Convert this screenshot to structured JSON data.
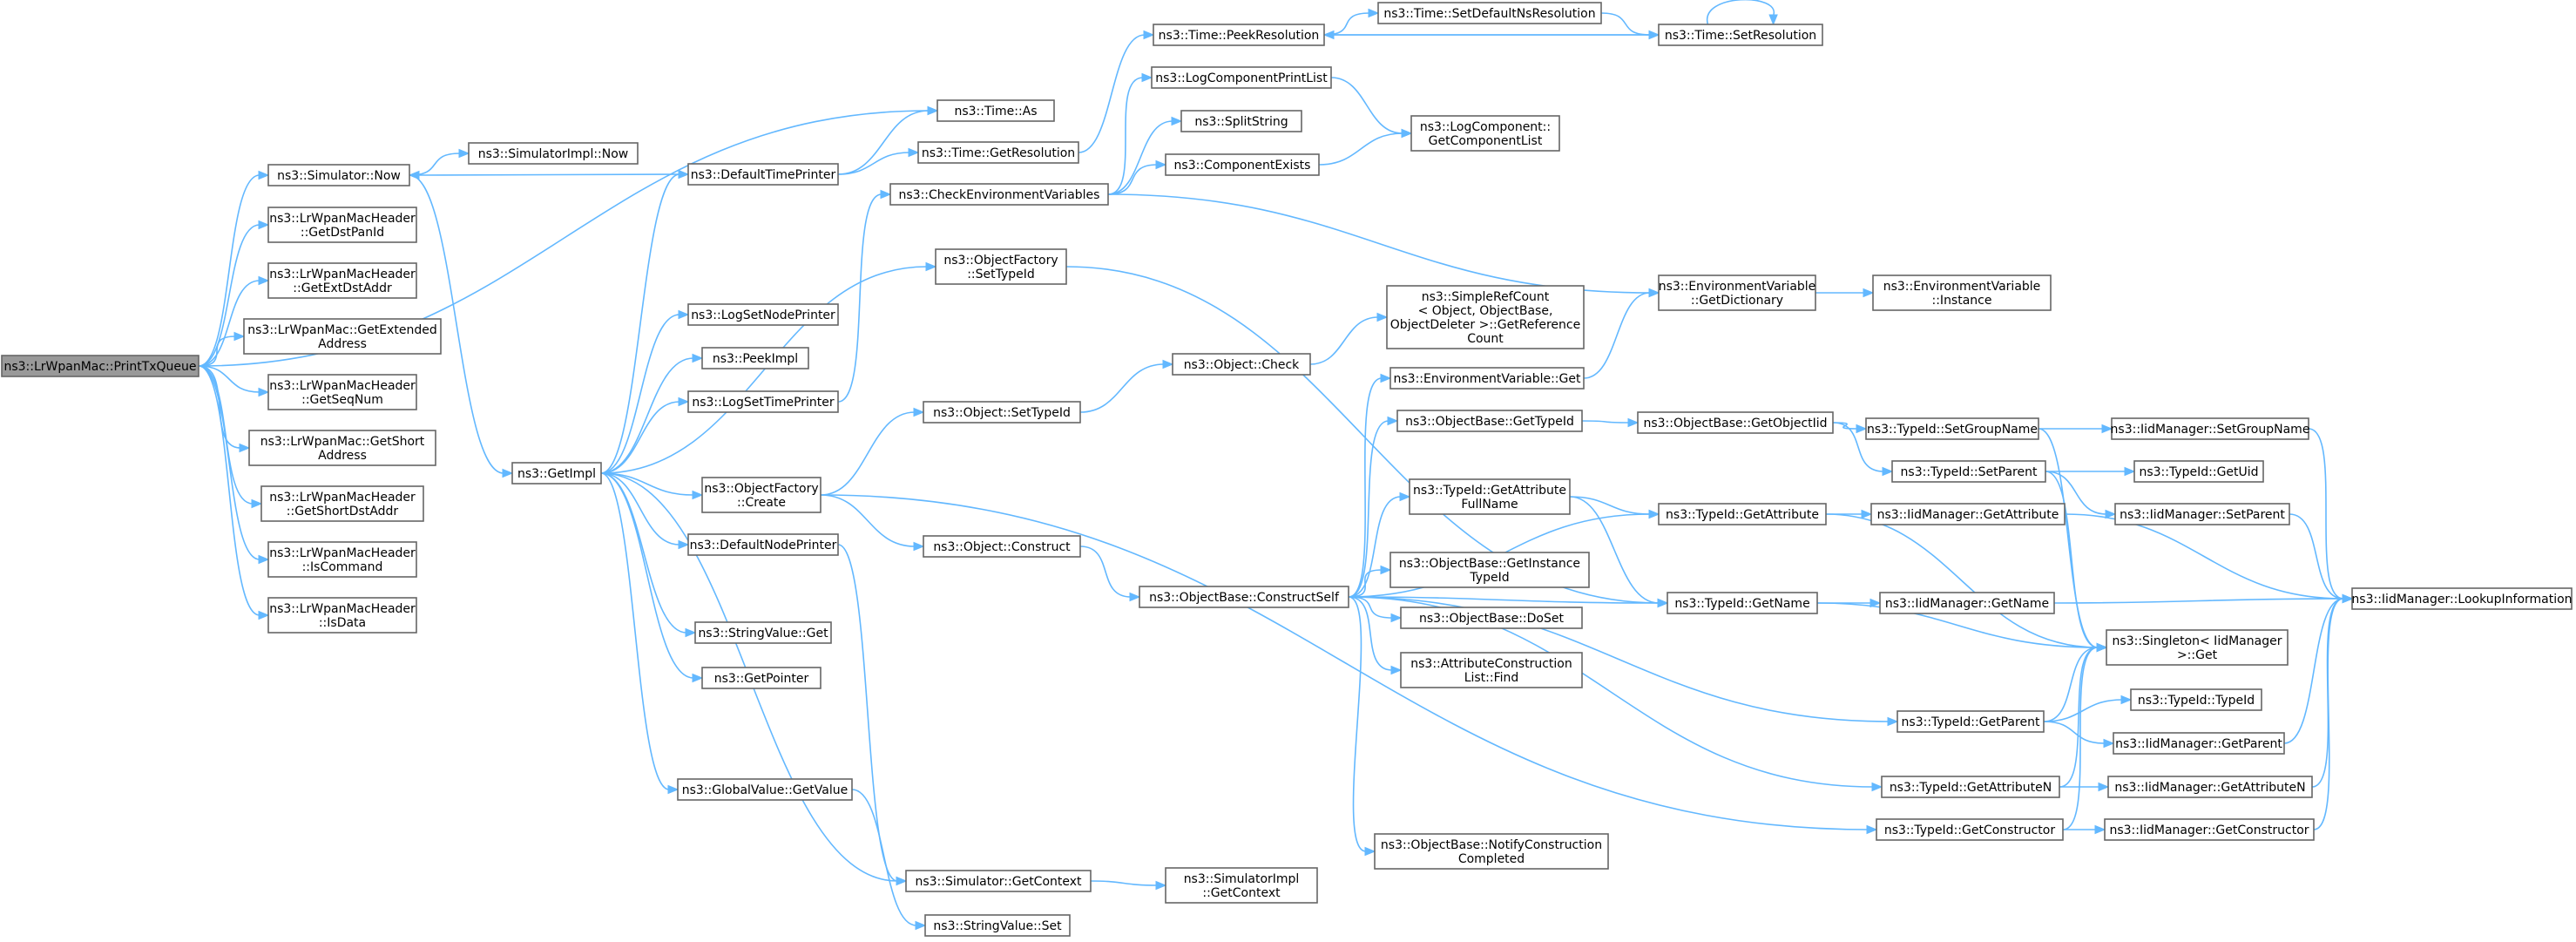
{
  "colors": {
    "edge": "#63b8ff",
    "node_border": "#666666",
    "root_fill": "#999999",
    "background": "#ffffff"
  },
  "nodes": [
    {
      "id": "root",
      "lines": [
        "ns3::LrWpanMac::PrintTxQueue"
      ]
    },
    {
      "id": "simnow",
      "lines": [
        "ns3::Simulator::Now"
      ]
    },
    {
      "id": "getdstpanid",
      "lines": [
        "ns3::LrWpanMacHeader",
        "::GetDstPanId"
      ]
    },
    {
      "id": "getextdst",
      "lines": [
        "ns3::LrWpanMacHeader",
        "::GetExtDstAddr"
      ]
    },
    {
      "id": "getextaddr",
      "lines": [
        "ns3::LrWpanMac::GetExtended",
        "Address"
      ]
    },
    {
      "id": "getseqnum",
      "lines": [
        "ns3::LrWpanMacHeader",
        "::GetSeqNum"
      ]
    },
    {
      "id": "getshortaddr",
      "lines": [
        "ns3::LrWpanMac::GetShort",
        "Address"
      ]
    },
    {
      "id": "getshortdst",
      "lines": [
        "ns3::LrWpanMacHeader",
        "::GetShortDstAddr"
      ]
    },
    {
      "id": "iscommand",
      "lines": [
        "ns3::LrWpanMacHeader",
        "::IsCommand"
      ]
    },
    {
      "id": "isdata",
      "lines": [
        "ns3::LrWpanMacHeader",
        "::IsData"
      ]
    },
    {
      "id": "simimplnow",
      "lines": [
        "ns3::SimulatorImpl::Now"
      ]
    },
    {
      "id": "getimpl",
      "lines": [
        "ns3::GetImpl"
      ]
    },
    {
      "id": "deftimeprinter",
      "lines": [
        "ns3::DefaultTimePrinter"
      ]
    },
    {
      "id": "logsetnode",
      "lines": [
        "ns3::LogSetNodePrinter"
      ]
    },
    {
      "id": "peekimpl",
      "lines": [
        "ns3::PeekImpl"
      ]
    },
    {
      "id": "logsettime",
      "lines": [
        "ns3::LogSetTimePrinter"
      ]
    },
    {
      "id": "objfactcreate",
      "lines": [
        "ns3::ObjectFactory",
        "::Create"
      ]
    },
    {
      "id": "defnodeprinter",
      "lines": [
        "ns3::DefaultNodePrinter"
      ]
    },
    {
      "id": "strvalget",
      "lines": [
        "ns3::StringValue::Get"
      ]
    },
    {
      "id": "getpointer",
      "lines": [
        "ns3::GetPointer"
      ]
    },
    {
      "id": "globalget",
      "lines": [
        "ns3::GlobalValue::GetValue"
      ]
    },
    {
      "id": "timeas",
      "lines": [
        "ns3::Time::As"
      ]
    },
    {
      "id": "timegetres",
      "lines": [
        "ns3::Time::GetResolution"
      ]
    },
    {
      "id": "checkenv",
      "lines": [
        "ns3::CheckEnvironmentVariables"
      ]
    },
    {
      "id": "objfactsettid",
      "lines": [
        "ns3::ObjectFactory",
        "::SetTypeId"
      ]
    },
    {
      "id": "objsettid",
      "lines": [
        "ns3::Object::SetTypeId"
      ]
    },
    {
      "id": "objconstruct",
      "lines": [
        "ns3::Object::Construct"
      ]
    },
    {
      "id": "simgetctx",
      "lines": [
        "ns3::Simulator::GetContext"
      ]
    },
    {
      "id": "strvalset",
      "lines": [
        "ns3::StringValue::Set"
      ]
    },
    {
      "id": "timepeekres",
      "lines": [
        "ns3::Time::PeekResolution"
      ]
    },
    {
      "id": "logcompprint",
      "lines": [
        "ns3::LogComponentPrintList"
      ]
    },
    {
      "id": "splitstring",
      "lines": [
        "ns3::SplitString"
      ]
    },
    {
      "id": "compexists",
      "lines": [
        "ns3::ComponentExists"
      ]
    },
    {
      "id": "objcheck",
      "lines": [
        "ns3::Object::Check"
      ]
    },
    {
      "id": "constructself",
      "lines": [
        "ns3::ObjectBase::ConstructSelf"
      ]
    },
    {
      "id": "simimplctx",
      "lines": [
        "ns3::SimulatorImpl",
        "::GetContext"
      ]
    },
    {
      "id": "settimedefns",
      "lines": [
        "ns3::Time::SetDefaultNsResolution"
      ]
    },
    {
      "id": "logcomplist",
      "lines": [
        "ns3::LogComponent::",
        "GetComponentList"
      ]
    },
    {
      "id": "simplerefcount",
      "lines": [
        "ns3::SimpleRefCount",
        "< Object, ObjectBase,",
        "ObjectDeleter >::GetReference",
        "Count"
      ]
    },
    {
      "id": "envget",
      "lines": [
        "ns3::EnvironmentVariable::Get"
      ]
    },
    {
      "id": "objbasegettid",
      "lines": [
        "ns3::ObjectBase::GetTypeId"
      ]
    },
    {
      "id": "tidgetattrfull",
      "lines": [
        "ns3::TypeId::GetAttribute",
        "FullName"
      ]
    },
    {
      "id": "objbaseinsttid",
      "lines": [
        "ns3::ObjectBase::GetInstance",
        "TypeId"
      ]
    },
    {
      "id": "doset",
      "lines": [
        "ns3::ObjectBase::DoSet"
      ]
    },
    {
      "id": "attrconstr",
      "lines": [
        "ns3::AttributeConstruction",
        "List::Find"
      ]
    },
    {
      "id": "notifyconstr",
      "lines": [
        "ns3::ObjectBase::NotifyConstruction",
        "Completed"
      ]
    },
    {
      "id": "timesetres",
      "lines": [
        "ns3::Time::SetResolution"
      ]
    },
    {
      "id": "envgetdict",
      "lines": [
        "ns3::EnvironmentVariable",
        "::GetDictionary"
      ]
    },
    {
      "id": "objbasegetoid",
      "lines": [
        "ns3::ObjectBase::GetObjectIid"
      ]
    },
    {
      "id": "tidgetattr",
      "lines": [
        "ns3::TypeId::GetAttribute"
      ]
    },
    {
      "id": "tidgetname",
      "lines": [
        "ns3::TypeId::GetName"
      ]
    },
    {
      "id": "tidgetparent",
      "lines": [
        "ns3::TypeId::GetParent"
      ]
    },
    {
      "id": "tidgetattrn",
      "lines": [
        "ns3::TypeId::GetAttributeN"
      ]
    },
    {
      "id": "tidgetconstr",
      "lines": [
        "ns3::TypeId::GetConstructor"
      ]
    },
    {
      "id": "envinstance",
      "lines": [
        "ns3::EnvironmentVariable",
        "::Instance"
      ]
    },
    {
      "id": "tidsetgroup",
      "lines": [
        "ns3::TypeId::SetGroupName"
      ]
    },
    {
      "id": "tidsetparent",
      "lines": [
        "ns3::TypeId::SetParent"
      ]
    },
    {
      "id": "iidgetattr",
      "lines": [
        "ns3::IidManager::GetAttribute"
      ]
    },
    {
      "id": "iidgetname",
      "lines": [
        "ns3::IidManager::GetName"
      ]
    },
    {
      "id": "singleton",
      "lines": [
        "ns3::Singleton< IidManager",
        "  >::Get"
      ]
    },
    {
      "id": "iidgetattrn",
      "lines": [
        "ns3::IidManager::GetAttributeN"
      ]
    },
    {
      "id": "iidsetgroup",
      "lines": [
        "ns3::IidManager::SetGroupName"
      ]
    },
    {
      "id": "tidgetuid",
      "lines": [
        "ns3::TypeId::GetUid"
      ]
    },
    {
      "id": "iidsetparent",
      "lines": [
        "ns3::IidManager::SetParent"
      ]
    },
    {
      "id": "tidtypeid",
      "lines": [
        "ns3::TypeId::TypeId"
      ]
    },
    {
      "id": "iidgetparent",
      "lines": [
        "ns3::IidManager::GetParent"
      ]
    },
    {
      "id": "iidgetconstr",
      "lines": [
        "ns3::IidManager::GetConstructor"
      ]
    },
    {
      "id": "iidlookup",
      "lines": [
        "ns3::IidManager::LookupInformation"
      ]
    }
  ],
  "edges": [
    [
      "root",
      "simnow"
    ],
    [
      "root",
      "getdstpanid"
    ],
    [
      "root",
      "getextdst"
    ],
    [
      "root",
      "getextaddr"
    ],
    [
      "root",
      "getseqnum"
    ],
    [
      "root",
      "getshortaddr"
    ],
    [
      "root",
      "getshortdst"
    ],
    [
      "root",
      "iscommand"
    ],
    [
      "root",
      "isdata"
    ],
    [
      "root",
      "timeas"
    ],
    [
      "simnow",
      "simimplnow"
    ],
    [
      "simnow",
      "getimpl"
    ],
    [
      "deftimeprinter",
      "simnow"
    ],
    [
      "deftimeprinter",
      "timeas"
    ],
    [
      "deftimeprinter",
      "timegetres"
    ],
    [
      "getimpl",
      "deftimeprinter"
    ],
    [
      "getimpl",
      "logsetnode"
    ],
    [
      "getimpl",
      "peekimpl"
    ],
    [
      "getimpl",
      "logsettime"
    ],
    [
      "getimpl",
      "objfactcreate"
    ],
    [
      "getimpl",
      "defnodeprinter"
    ],
    [
      "getimpl",
      "strvalget"
    ],
    [
      "getimpl",
      "getpointer"
    ],
    [
      "getimpl",
      "globalget"
    ],
    [
      "getimpl",
      "objfactsettid"
    ],
    [
      "getimpl",
      "simgetctx"
    ],
    [
      "logsettime",
      "checkenv"
    ],
    [
      "objfactcreate",
      "objsettid"
    ],
    [
      "objfactcreate",
      "objconstruct"
    ],
    [
      "objfactcreate",
      "tidgetconstr"
    ],
    [
      "defnodeprinter",
      "simgetctx"
    ],
    [
      "globalget",
      "strvalset"
    ],
    [
      "timegetres",
      "timepeekres"
    ],
    [
      "checkenv",
      "logcompprint"
    ],
    [
      "checkenv",
      "splitstring"
    ],
    [
      "checkenv",
      "compexists"
    ],
    [
      "checkenv",
      "envgetdict"
    ],
    [
      "objfactsettid",
      "tidgetname"
    ],
    [
      "objsettid",
      "objcheck"
    ],
    [
      "objconstruct",
      "constructself"
    ],
    [
      "simgetctx",
      "simimplctx"
    ],
    [
      "timepeekres",
      "settimedefns"
    ],
    [
      "timepeekres",
      "timesetres"
    ],
    [
      "settimedefns",
      "timesetres"
    ],
    [
      "timesetres",
      "timepeekres"
    ],
    [
      "timesetres",
      "timesetres"
    ],
    [
      "logcompprint",
      "logcomplist"
    ],
    [
      "compexists",
      "logcomplist"
    ],
    [
      "objcheck",
      "simplerefcount"
    ],
    [
      "constructself",
      "envget"
    ],
    [
      "constructself",
      "objbasegettid"
    ],
    [
      "constructself",
      "tidgetattrfull"
    ],
    [
      "constructself",
      "objbaseinsttid"
    ],
    [
      "constructself",
      "doset"
    ],
    [
      "constructself",
      "attrconstr"
    ],
    [
      "constructself",
      "notifyconstr"
    ],
    [
      "constructself",
      "tidgetattr"
    ],
    [
      "constructself",
      "tidgetname"
    ],
    [
      "constructself",
      "tidgetparent"
    ],
    [
      "constructself",
      "tidgetattrn"
    ],
    [
      "envget",
      "envgetdict"
    ],
    [
      "envgetdict",
      "envinstance"
    ],
    [
      "objbasegettid",
      "objbasegetoid"
    ],
    [
      "objbasegetoid",
      "tidsetgroup"
    ],
    [
      "objbasegetoid",
      "tidsetparent"
    ],
    [
      "tidgetattrfull",
      "tidgetattr"
    ],
    [
      "tidgetattrfull",
      "tidgetname"
    ],
    [
      "tidgetattr",
      "iidgetattr"
    ],
    [
      "tidgetattr",
      "singleton"
    ],
    [
      "tidgetname",
      "iidgetname"
    ],
    [
      "tidgetname",
      "singleton"
    ],
    [
      "tidgetparent",
      "singleton"
    ],
    [
      "tidgetparent",
      "tidtypeid"
    ],
    [
      "tidgetparent",
      "iidgetparent"
    ],
    [
      "tidgetattrn",
      "singleton"
    ],
    [
      "tidgetattrn",
      "iidgetattrn"
    ],
    [
      "tidgetconstr",
      "singleton"
    ],
    [
      "tidgetconstr",
      "iidgetconstr"
    ],
    [
      "tidsetgroup",
      "iidsetgroup"
    ],
    [
      "tidsetgroup",
      "singleton"
    ],
    [
      "tidsetparent",
      "tidgetuid"
    ],
    [
      "tidsetparent",
      "iidsetparent"
    ],
    [
      "tidsetparent",
      "singleton"
    ],
    [
      "iidgetattr",
      "iidlookup"
    ],
    [
      "iidgetname",
      "iidlookup"
    ],
    [
      "iidgetattrn",
      "iidlookup"
    ],
    [
      "iidsetgroup",
      "iidlookup"
    ],
    [
      "iidsetparent",
      "iidlookup"
    ],
    [
      "iidgetparent",
      "iidlookup"
    ],
    [
      "iidgetconstr",
      "iidlookup"
    ]
  ]
}
